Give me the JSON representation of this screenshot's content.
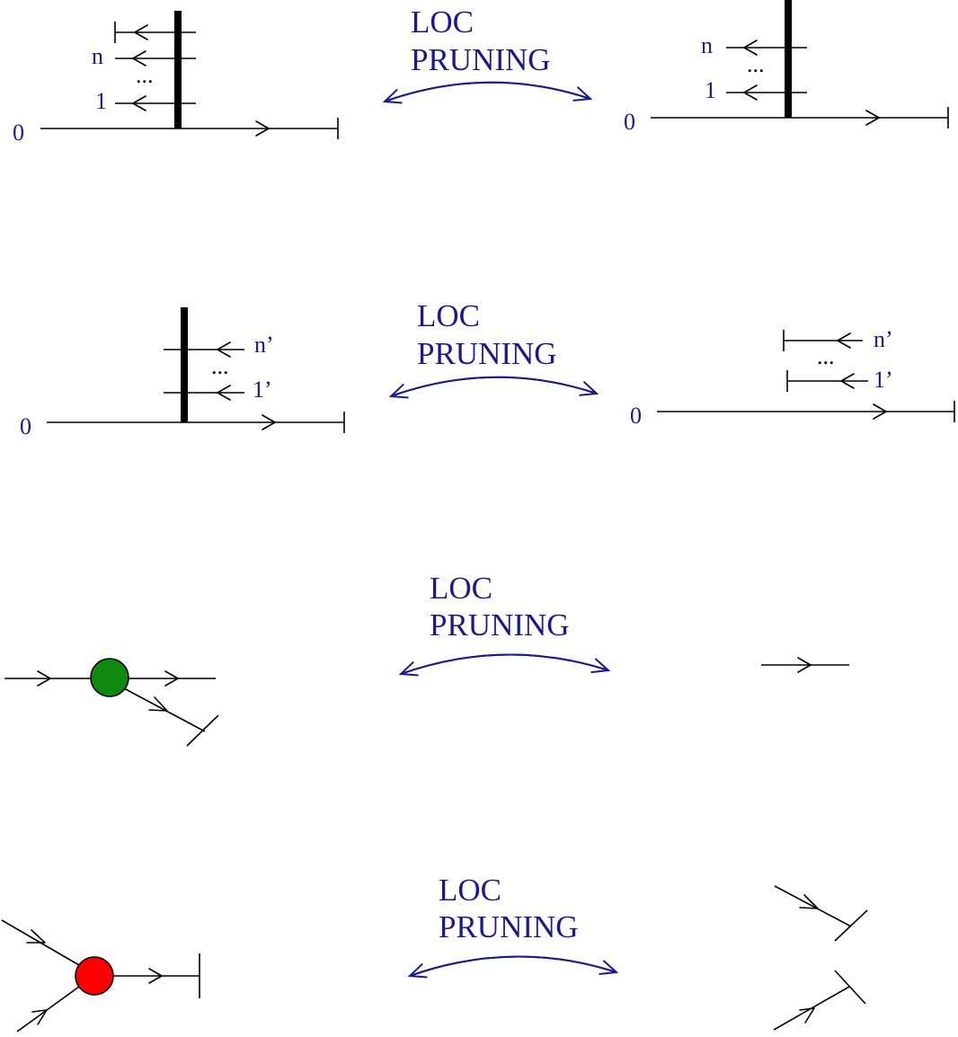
{
  "labels": {
    "loc": "LOC",
    "pruning": "PRUNING",
    "zero": "0",
    "n": "n",
    "one": "1",
    "dots": "...",
    "n_prime": "n’",
    "one_prime": "1’"
  },
  "colors": {
    "text_blue": "#1a1a8c",
    "arrow_blue": "#1a1a8c",
    "vertex_green": "#0f8a0f",
    "vertex_red": "#ff0000",
    "line": "#000000"
  },
  "rows": [
    {
      "id": "row-1",
      "arrow": "LOC PRUNING"
    },
    {
      "id": "row-2",
      "arrow": "LOC PRUNING"
    },
    {
      "id": "row-3",
      "arrow": "LOC PRUNING"
    },
    {
      "id": "row-4",
      "arrow": "LOC PRUNING"
    }
  ]
}
